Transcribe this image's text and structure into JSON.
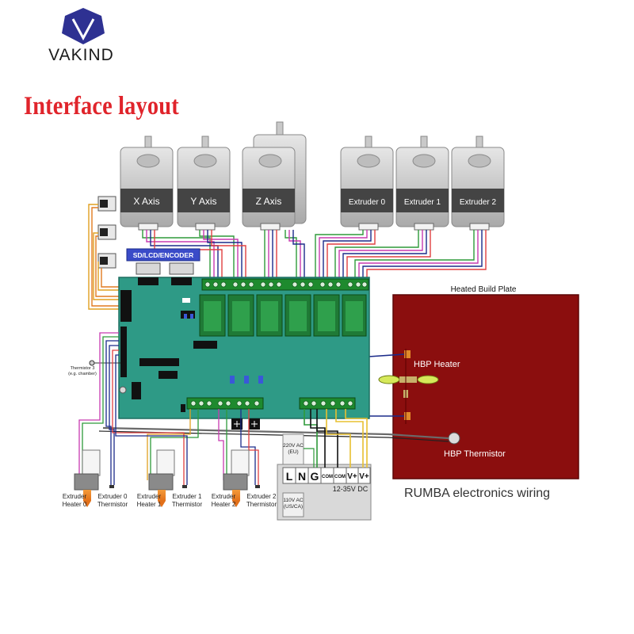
{
  "brand": {
    "name": "VAKIND",
    "accent": "#2e3192"
  },
  "title": "Interface layout",
  "motors": {
    "x": "X Axis",
    "y": "Y Axis",
    "z": "Z Axis",
    "e0": "Extruder 0",
    "e1": "Extruder 1",
    "e2": "Extruder 2"
  },
  "board": {
    "sd_lcd_label": "SD/LCD/ENCODER",
    "thermistor3_line1": "Thermistor 3",
    "thermistor3_line2": "(e.g. chamber)",
    "color": "#2e9a86"
  },
  "heated_plate": {
    "title": "Heated Build Plate",
    "heater_label": "HBP  Heater",
    "thermistor_label": "HBP Thermistor",
    "color": "#8b0e0e"
  },
  "extruders": [
    {
      "heater_line1": "Extruder",
      "heater_line2": "Heater 0",
      "therm_line1": "Extruder 0",
      "therm_line2": "Thermistor"
    },
    {
      "heater_line1": "Extruder",
      "heater_line2": "Heater 1",
      "therm_line1": "Extruder 1",
      "therm_line2": "Thermistor"
    },
    {
      "heater_line1": "Extruder",
      "heater_line2": "Heater 2",
      "therm_line1": "Extruder 2",
      "therm_line2": "Thermistor"
    }
  ],
  "power": {
    "v220_line1": "220V AC",
    "v220_line2": "(EU)",
    "v110_line1": "110V AC",
    "v110_line2": "(US/CA)",
    "terminals": [
      "L",
      "N",
      "G",
      "COM",
      "COM",
      "V+",
      "V+"
    ],
    "dc_label": "12-35V DC"
  },
  "footer_caption": "RUMBA electronics wiring"
}
